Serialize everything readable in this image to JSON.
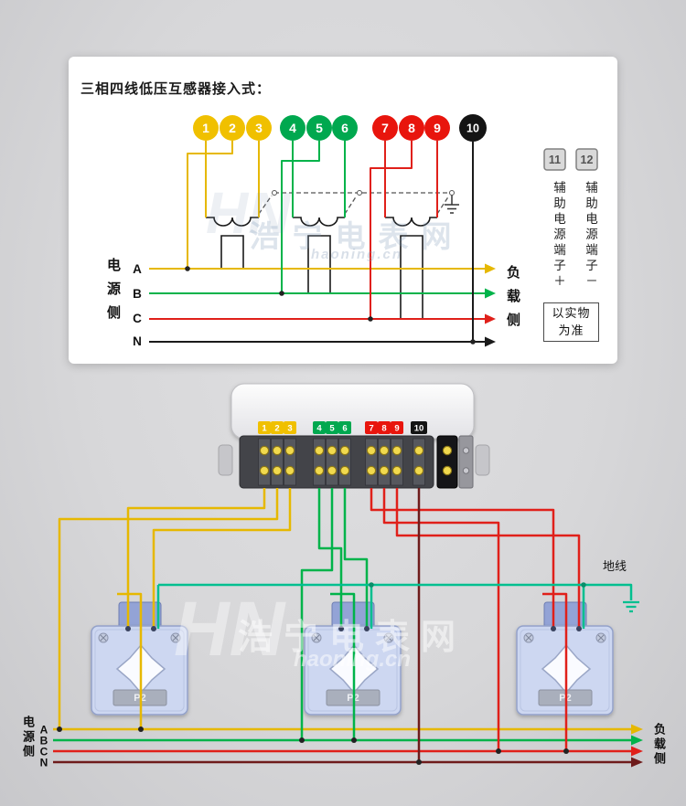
{
  "colors": {
    "phase_a": "#e6b800",
    "phase_b": "#00b34a",
    "phase_c": "#e0201a",
    "neutral": "#1a1a1a",
    "neutral_bus": "#6e1b1b",
    "ground": "#00bf8f"
  },
  "terminals": [
    {
      "n": "1",
      "c": "#f0c000"
    },
    {
      "n": "2",
      "c": "#f0c000"
    },
    {
      "n": "3",
      "c": "#f0c000"
    },
    {
      "n": "4",
      "c": "#00a84f"
    },
    {
      "n": "5",
      "c": "#00a84f"
    },
    {
      "n": "6",
      "c": "#00a84f"
    },
    {
      "n": "7",
      "c": "#e8150d"
    },
    {
      "n": "8",
      "c": "#e8150d"
    },
    {
      "n": "9",
      "c": "#e8150d"
    },
    {
      "n": "10",
      "c": "#141414"
    }
  ],
  "top_panel": {
    "title": "三相四线低压互感器接入式：",
    "phases": [
      "A",
      "B",
      "C",
      "N"
    ],
    "source_side": "电源侧",
    "load_side": "负载侧",
    "aux": {
      "t11": "11",
      "t12": "12",
      "label_plus": "辅助电源端子＋",
      "label_minus": "辅助电源端子－",
      "note": "以实物为准"
    }
  },
  "bottom": {
    "phases": [
      "A",
      "B",
      "C",
      "N"
    ],
    "source_side": "电源侧",
    "load_side": "负载侧",
    "ground_label": "地线",
    "ct_label": "P2"
  },
  "watermark": {
    "cn": "浩宁电表网",
    "en": "haoning.cn",
    "logo": "HN"
  }
}
